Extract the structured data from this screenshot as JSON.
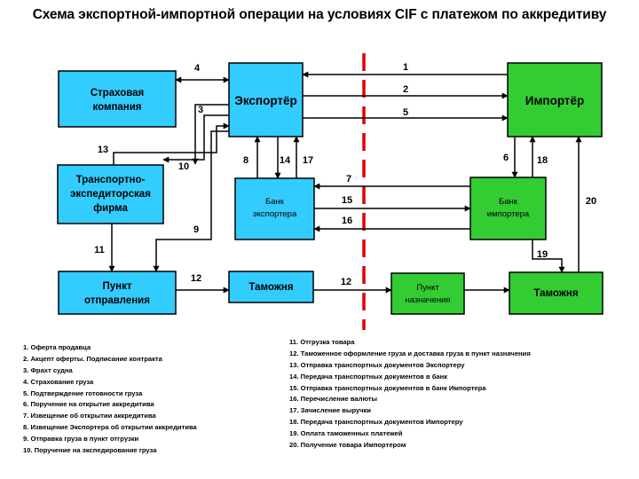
{
  "title": "Схема экспортной-импортной операции на условиях CIF с платежом по аккредитиву",
  "colors": {
    "cyan": "#33CCFF",
    "green": "#33CC33",
    "red": "#E00000",
    "line": "#000000"
  },
  "boxes": {
    "insurance": [
      "Страховая",
      "компания"
    ],
    "exporter": [
      "Экспортёр"
    ],
    "importer": [
      "Импортёр"
    ],
    "forwarder": [
      "Транспортно-",
      "экспедиторская",
      "фирма"
    ],
    "exporter_bank": [
      "Банк",
      "экспортера"
    ],
    "importer_bank": [
      "Банк",
      "импортера"
    ],
    "departure": [
      "Пункт",
      "отправления"
    ],
    "customs_export": [
      "Таможня"
    ],
    "destination": [
      "Пункт",
      "назначения"
    ],
    "customs_import": [
      "Таможня"
    ]
  },
  "arrow_labels": {
    "a1": "1",
    "a2": "2",
    "a3": "3",
    "a4": "4",
    "a5": "5",
    "a6": "6",
    "a7": "7",
    "a8": "8",
    "a9": "9",
    "a10": "10",
    "a11": "11",
    "a12a": "12",
    "a12b": "12",
    "a13": "13",
    "a14": "14",
    "a15": "15",
    "a16": "16",
    "a17": "17",
    "a18": "18",
    "a19": "19",
    "a20": "20"
  },
  "legend_left": [
    "1. Оферта продавца",
    "2. Акцепт оферты. Подписание контракта",
    "3. Фрахт судна",
    "4. Страхование груза",
    "5. Подтверждение готовности груза",
    "6. Поручение на открытие аккредитива",
    "7. Извещение об открытии аккредитива",
    "8. Извещение Экспортера об открытии аккредитива",
    "9. Отправка груза в пункт отгрузки",
    "10. Поручение на экспедирование груза"
  ],
  "legend_right": [
    "11. Отгрузка товара",
    "12. Таможенное оформление груза и доставка груза в пункт назначения",
    "13. Отправка транспортных документов Экспортеру",
    "14. Передача транспортных документов в банк",
    "15. Отправка транспортных документов в банк Импортера",
    "16. Перечисление валюты",
    "17. Зачисление выручки",
    "18. Передача транспортных документов Импортеру",
    "19. Оплата таможенных платежей",
    "20. Получение товара Импортером"
  ]
}
